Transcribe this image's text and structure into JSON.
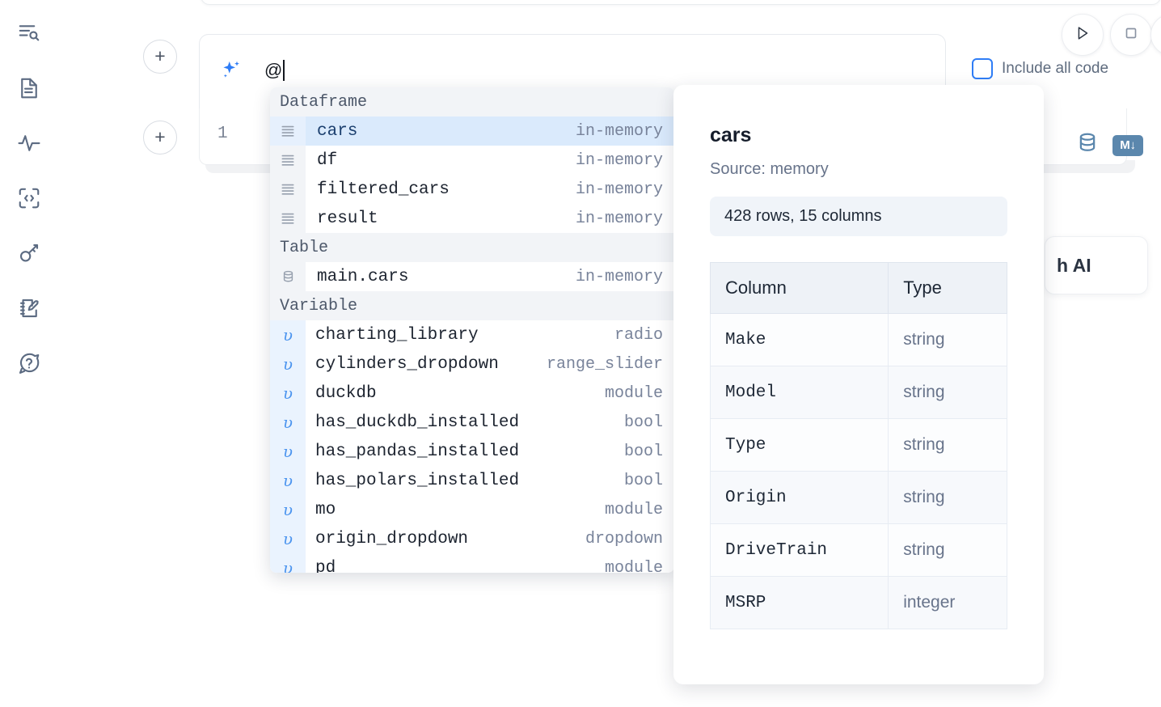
{
  "sidebar": {
    "items": [
      {
        "name": "outline-search-icon",
        "label": "Outline"
      },
      {
        "name": "document-icon",
        "label": "Notebook"
      },
      {
        "name": "activity-icon",
        "label": "Activity"
      },
      {
        "name": "code-brackets-icon",
        "label": "Snippets"
      },
      {
        "name": "key-icon",
        "label": "Secrets"
      },
      {
        "name": "notepad-pencil-icon",
        "label": "Scratchpad"
      },
      {
        "name": "help-chat-icon",
        "label": "Help"
      }
    ]
  },
  "toolbar": {
    "add_cell_label": "+",
    "run_label": "Run",
    "stop_label": "Stop",
    "include_all_code_label": "Include all code",
    "include_all_code_checked": false,
    "accent_color": "#2f7df6"
  },
  "ai_prompt": {
    "value": "@",
    "icon": "sparkle-icon"
  },
  "cell": {
    "line_number": "1",
    "database_icon": "database-icon",
    "markdown_badge": "M↓"
  },
  "ai_button": {
    "label": "h AI"
  },
  "autocomplete": {
    "groups": [
      {
        "label": "Dataframe",
        "items": [
          {
            "icon": "dataframe-icon",
            "label": "cars",
            "meta": "in-memory",
            "selected": true
          },
          {
            "icon": "dataframe-icon",
            "label": "df",
            "meta": "in-memory",
            "selected": false
          },
          {
            "icon": "dataframe-icon",
            "label": "filtered_cars",
            "meta": "in-memory",
            "selected": false
          },
          {
            "icon": "dataframe-icon",
            "label": "result",
            "meta": "in-memory",
            "selected": false
          }
        ]
      },
      {
        "label": "Table",
        "items": [
          {
            "icon": "database-icon",
            "label": "main.cars",
            "meta": "in-memory",
            "selected": false
          }
        ]
      },
      {
        "label": "Variable",
        "items": [
          {
            "icon": "variable-icon",
            "label": "charting_library",
            "meta": "radio",
            "selected": false
          },
          {
            "icon": "variable-icon",
            "label": "cylinders_dropdown",
            "meta": "range_slider",
            "selected": false
          },
          {
            "icon": "variable-icon",
            "label": "duckdb",
            "meta": "module",
            "selected": false
          },
          {
            "icon": "variable-icon",
            "label": "has_duckdb_installed",
            "meta": "bool",
            "selected": false
          },
          {
            "icon": "variable-icon",
            "label": "has_pandas_installed",
            "meta": "bool",
            "selected": false
          },
          {
            "icon": "variable-icon",
            "label": "has_polars_installed",
            "meta": "bool",
            "selected": false
          },
          {
            "icon": "variable-icon",
            "label": "mo",
            "meta": "module",
            "selected": false
          },
          {
            "icon": "variable-icon",
            "label": "origin_dropdown",
            "meta": "dropdown",
            "selected": false
          },
          {
            "icon": "variable-icon",
            "label": "pd",
            "meta": "module",
            "selected": false
          }
        ]
      }
    ]
  },
  "doc_panel": {
    "title": "cars",
    "source": "Source: memory",
    "shape": "428 rows, 15 columns",
    "table": {
      "headers": [
        "Column",
        "Type"
      ],
      "rows": [
        [
          "Make",
          "string"
        ],
        [
          "Model",
          "string"
        ],
        [
          "Type",
          "string"
        ],
        [
          "Origin",
          "string"
        ],
        [
          "DriveTrain",
          "string"
        ],
        [
          "MSRP",
          "integer"
        ]
      ]
    }
  }
}
